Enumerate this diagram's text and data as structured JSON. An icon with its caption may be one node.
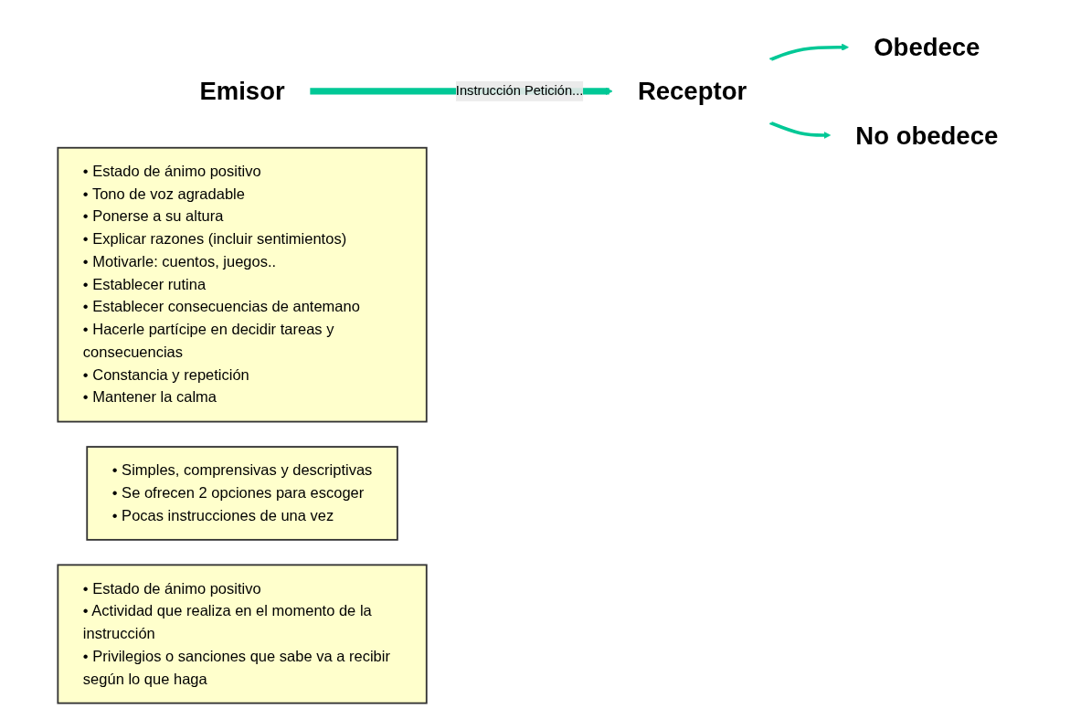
{
  "diagram": {
    "nodes": [
      {
        "text": [
          "Emisor"
        ]
      },
      {
        "text": [
          "Receptor"
        ]
      },
      {
        "text": [
          "Obedece"
        ]
      },
      {
        "text": [
          "No obedece"
        ]
      },
      {
        "text": [
          "• Estado de ánimo positivo",
          "• Tono de voz agradable",
          "• Ponerse a su altura",
          "• Explicar razones (incluir sentimientos)",
          "• Motivarle: cuentos, juegos..",
          "• Establecer rutina",
          "• Establecer consecuencias de antemano",
          "• Hacerle partícipe en decidir tareas y consecuencias",
          "• Constancia y repetición",
          "• Mantener la calma"
        ]
      },
      {
        "text": [
          "• Simples, comprensivas y descriptivas",
          "• Se ofrecen 2 opciones para escoger",
          "• Pocas instrucciones de una vez"
        ]
      },
      {
        "text": [
          "• Estado de ánimo positivo",
          "• Actividad que realiza en el momento de la instrucción",
          "• Privilegios o sanciones que sabe va a recibir según lo que haga"
        ]
      }
    ],
    "edges": [
      {
        "from": 0,
        "to": 1,
        "arrow": "to",
        "label": "Instrucción Petición...",
        "style": "thick"
      },
      {
        "from": 1,
        "to": 2,
        "arrow": "to"
      },
      {
        "from": 1,
        "to": 3,
        "arrow": "to"
      }
    ]
  }
}
